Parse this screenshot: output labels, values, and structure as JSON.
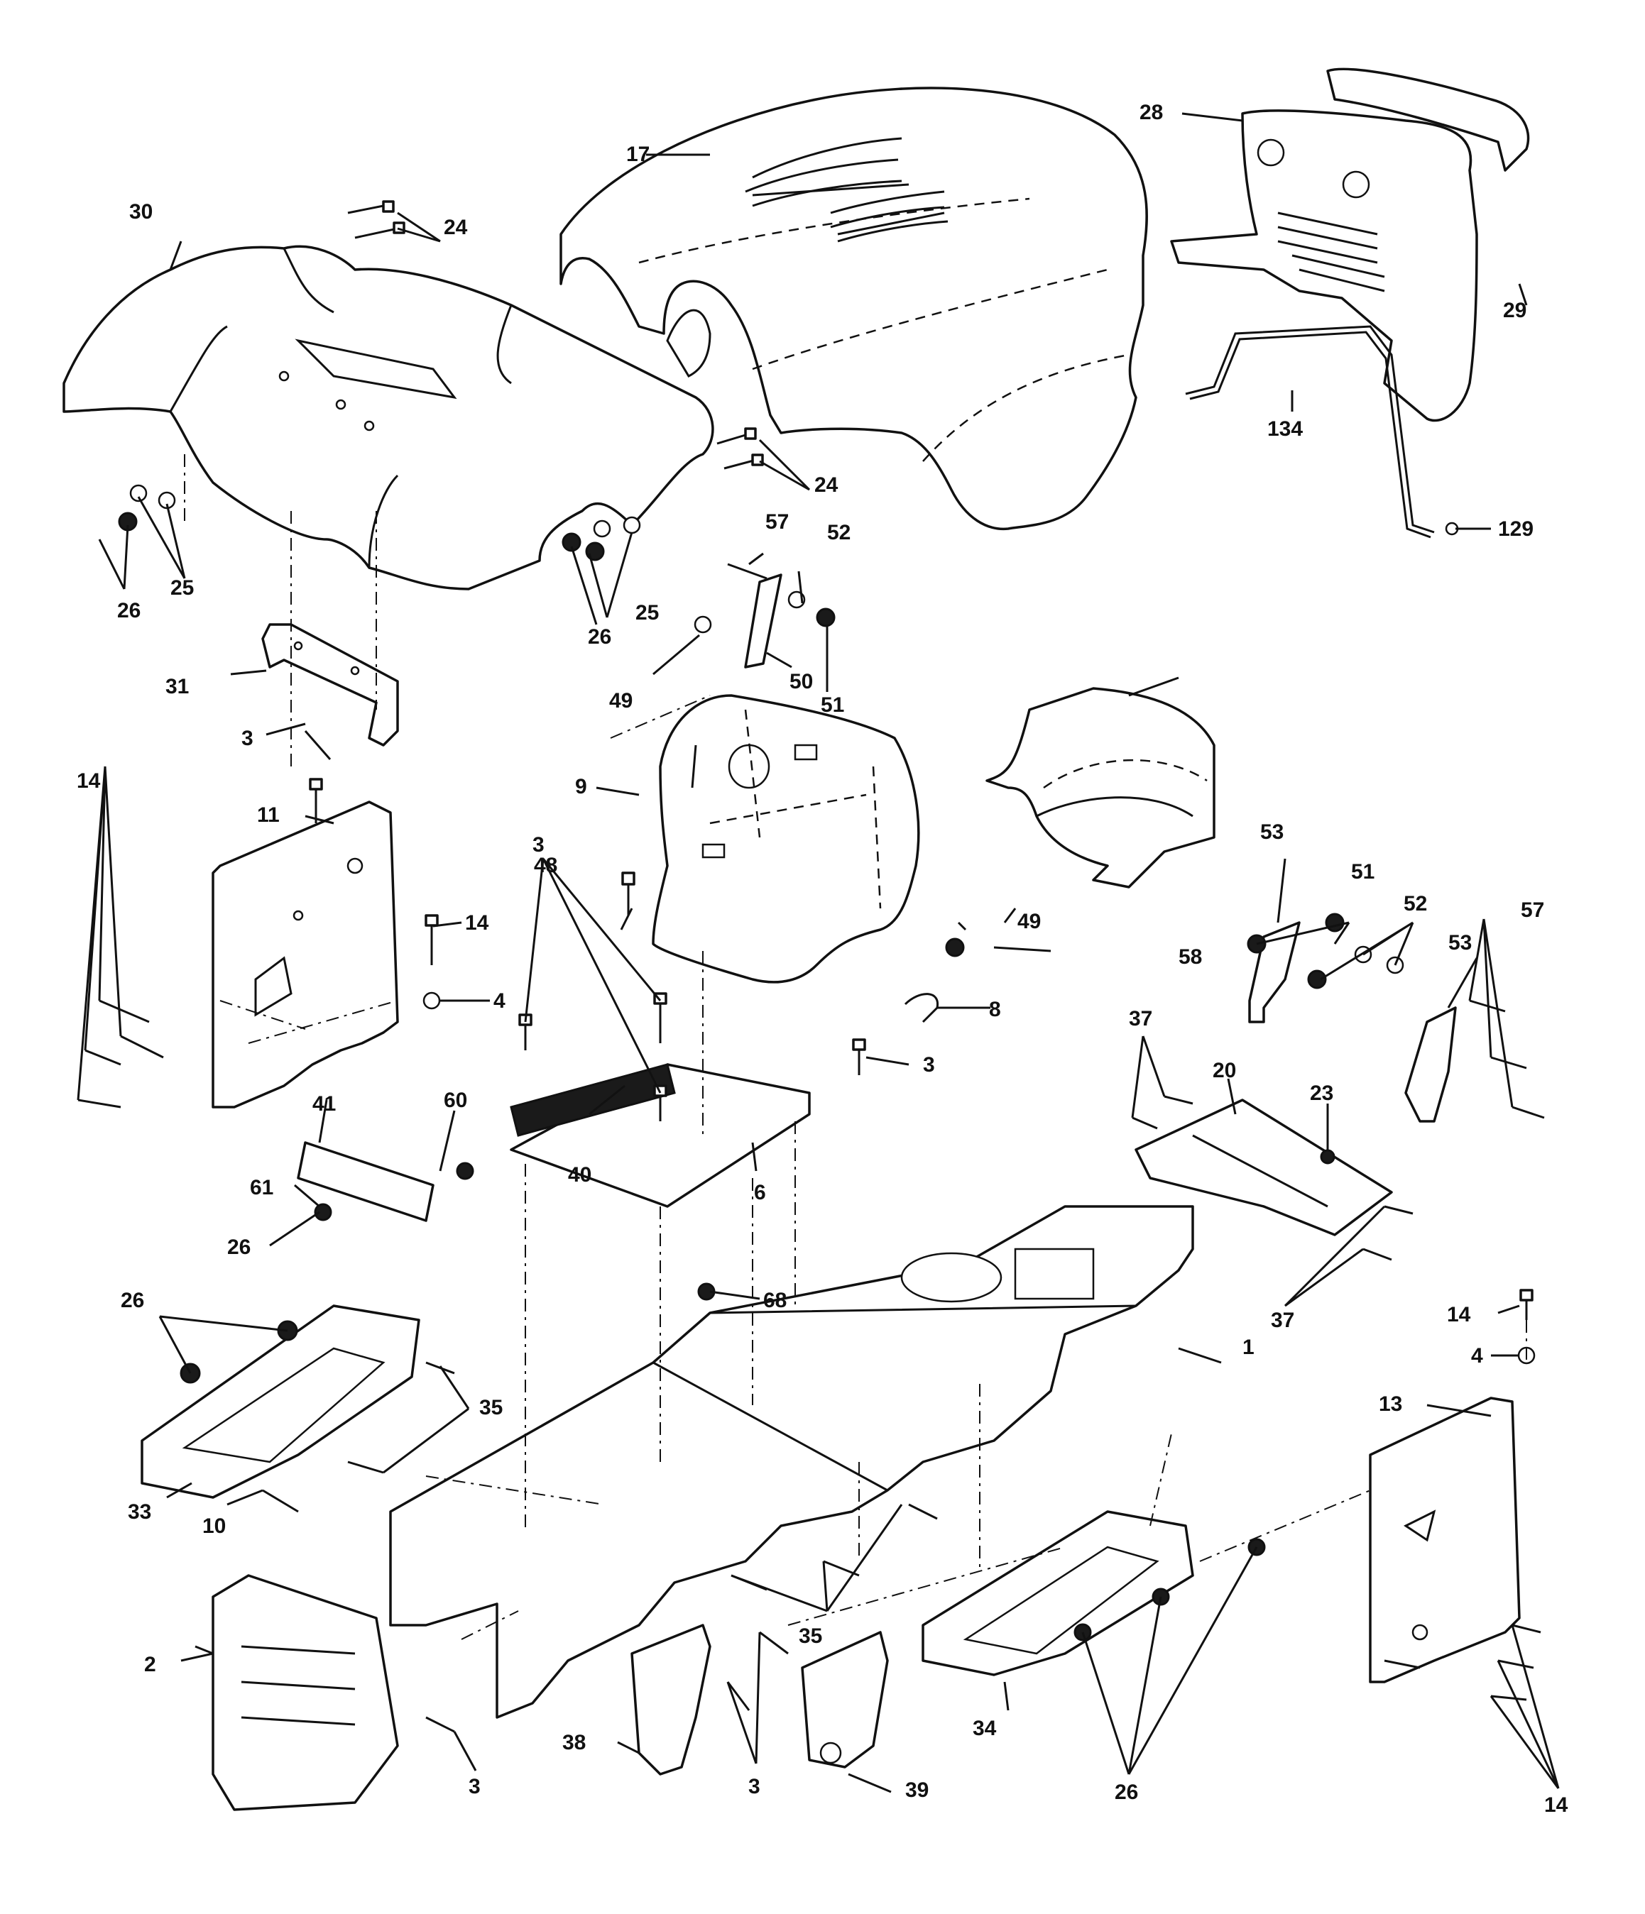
{
  "callouts": {
    "c1": "1",
    "c2": "2",
    "c3": "3",
    "c4": "4",
    "c6": "6",
    "c8": "8",
    "c9": "9",
    "c10": "10",
    "c11": "11",
    "c13": "13",
    "c14": "14",
    "c17": "17",
    "c20": "20",
    "c23": "23",
    "c24": "24",
    "c25": "25",
    "c26": "26",
    "c28": "28",
    "c29": "29",
    "c30": "30",
    "c31": "31",
    "c33": "33",
    "c34": "34",
    "c35": "35",
    "c37": "37",
    "c38": "38",
    "c39": "39",
    "c40": "40",
    "c41": "41",
    "c48": "48",
    "c49": "49",
    "c50": "50",
    "c51": "51",
    "c52": "52",
    "c53": "53",
    "c57": "57",
    "c58": "58",
    "c60": "60",
    "c61": "61",
    "c68": "68",
    "c129": "129",
    "c134": "134"
  },
  "colors": {
    "ink": "#111111",
    "paper": "#ffffff"
  }
}
